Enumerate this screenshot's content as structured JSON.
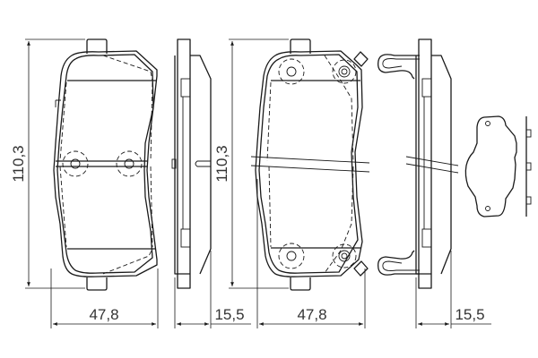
{
  "diagram": {
    "subject": "brake pad set technical drawing",
    "line_color": "#1a1a1a",
    "text_color": "#333333",
    "background": "#ffffff",
    "views": [
      {
        "id": "pad-1-front",
        "label": "Brake pad 1 front view"
      },
      {
        "id": "pad-1-side",
        "label": "Brake pad 1 side view"
      },
      {
        "id": "pad-2-front",
        "label": "Brake pad 2 front view with wear indicator"
      },
      {
        "id": "pad-2-side",
        "label": "Brake pad 2 side view with spring clips"
      },
      {
        "id": "shim",
        "label": "Anti-squeal shim"
      }
    ],
    "dimensions": {
      "pad1_height": "110,3",
      "pad1_width": "47,8",
      "pad1_thickness": "15,5",
      "pad2_height": "110,3",
      "pad2_width": "47,8",
      "pad2_thickness": "15,5"
    }
  }
}
